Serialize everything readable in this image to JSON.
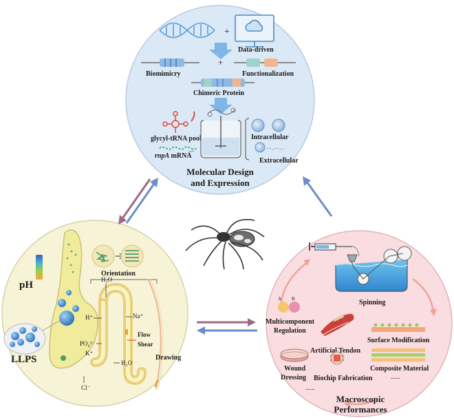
{
  "top": {
    "title_line1": "Molecular Design",
    "title_line2": "and Expression",
    "plus1": "+",
    "plus2": "+",
    "data_driven": "Data-driven",
    "biomimicry": "Biomimicry",
    "functionalization": "Functionalization",
    "chimeric_protein": "Chimeric Protein",
    "glycyl_trna": "glycyl-tRNA pool",
    "rnpa_italic": "rnpA",
    "rnpa_rest": " mRNA",
    "intracellular": "Intracellular",
    "extracellular": "Extracellular"
  },
  "left": {
    "ph": "pH",
    "llps": "LLPS",
    "orientation": "Orientation",
    "h2o_top": "H₂O",
    "h_plus": "H⁺",
    "na_plus": "Na⁺",
    "po4": "PO₄³⁻",
    "k_plus": "K⁺",
    "flow": "Flow",
    "shear": "Shear",
    "h2o_bottom": "H₂O",
    "drawing": "Drawing",
    "cl_minus": "Cl⁻"
  },
  "right": {
    "title_line1": "Macroscopic",
    "title_line2": "Performances",
    "spinning": "Spinning",
    "a": "A",
    "b": "B",
    "multicomponent": "Multicomponent",
    "regulation": "Regulation",
    "artificial_tendon": "Artificial Tendon",
    "surface_modification": "Surface Modification",
    "composite_material": "Composite Material",
    "wound": "Wound",
    "dressing": "Dressing",
    "biochip": "Biochip Fabrication",
    "ellipsis1": "......",
    "ellipsis2": "......"
  },
  "colors": {
    "top_circle": "#dbe8f6",
    "left_circle": "#f7f3d6",
    "right_circle": "#f9dde0",
    "arrow_blue": "#6b8ec8",
    "arrow_mauve": "#9b6a88",
    "dna_blue": "#5aa0d8",
    "accent_orange": "#e8a23a"
  }
}
